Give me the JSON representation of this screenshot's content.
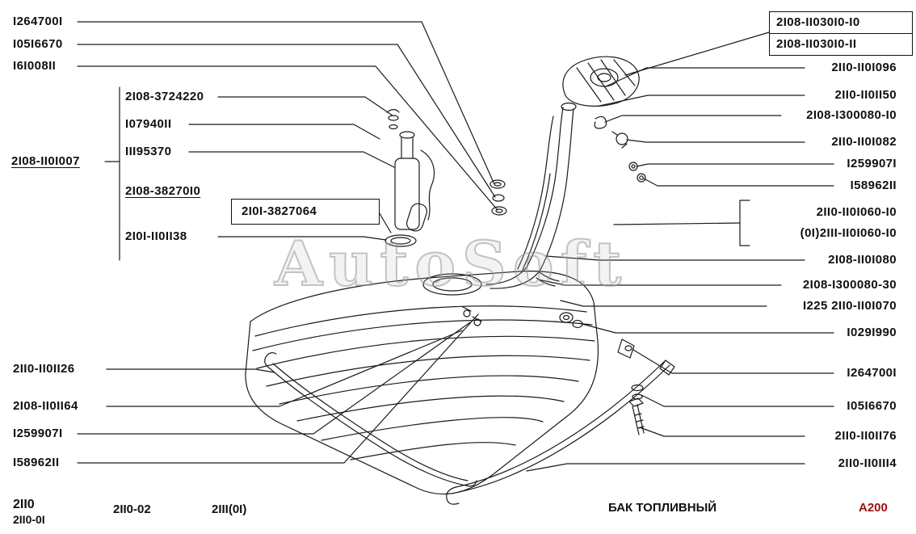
{
  "watermark": "AutoSoft",
  "labels": {
    "left_top": [
      "I264700I",
      "I05I6670",
      "I6I008II"
    ],
    "pump_group": [
      "2I08-3724220",
      "I07940II",
      "III95370"
    ],
    "pump_assembly": "2I08-II0I007",
    "sender_group": "2I08-38270I0",
    "sender_boxed": "2I0I-3827064",
    "gasket": "2I0I-II0II38",
    "lower_left": [
      "2II0-II0II26",
      "2I08-II0II64",
      "I259907I",
      "I58962II"
    ],
    "cap_box": [
      "2I08-II030I0-I0",
      "2I08-II030I0-II"
    ],
    "right_top": [
      "2II0-II0I096",
      "2II0-II0II50",
      "2I08-I300080-I0",
      "2II0-II0I082",
      "I259907I",
      "I58962II"
    ],
    "pipe_bracket": [
      "2II0-II0I060-I0",
      "(0I)2III-II0I060-I0"
    ],
    "right_mid": [
      "2I08-II0I080",
      "2I08-I300080-30",
      "I225 2II0-II0I070",
      "I029I990"
    ],
    "right_bottom": [
      "I264700I",
      "I05I6670",
      "2II0-II0II76",
      "2II0-II0III4"
    ]
  },
  "footer": {
    "model_main": "2II0",
    "model_sub": "2II0-0I",
    "model_2": "2II0-02",
    "model_3": "2III(0I)",
    "title": "БАК ТОПЛИВНЫЙ",
    "code": "A200",
    "code_color": "#a01010"
  }
}
